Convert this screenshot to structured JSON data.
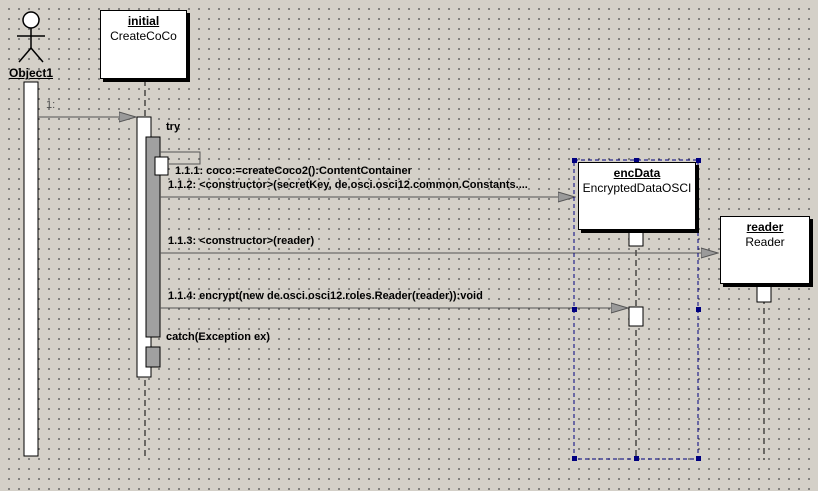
{
  "actor": {
    "name": "Object1"
  },
  "objects": [
    {
      "id": "initial",
      "name": "initial",
      "type": "CreateCoCo"
    },
    {
      "id": "encData",
      "name": "encData",
      "type": "EncryptedDataOSCI"
    },
    {
      "id": "reader",
      "name": "reader",
      "type": "Reader"
    }
  ],
  "fragments": {
    "try": "try",
    "catch": "catch(Exception ex)"
  },
  "messages": [
    {
      "id": "m1",
      "label": "1:"
    },
    {
      "id": "m111",
      "label": "1.1.1: coco:=createCoco2():ContentContainer"
    },
    {
      "id": "m112",
      "label": "1.1.2: <constructor>(secretKey, de.osci.osci12.common.Constants...."
    },
    {
      "id": "m113",
      "label": "1.1.3: <constructor>(reader)"
    },
    {
      "id": "m114",
      "label": "1.1.4: encrypt(new de.osci.osci12.roles.Reader(reader)):void"
    }
  ],
  "colors": {
    "background": "#d4d0c8",
    "selection": "#000080",
    "activation_fill": "#a0a0a0",
    "arrow_fill": "#9a9a9a"
  }
}
